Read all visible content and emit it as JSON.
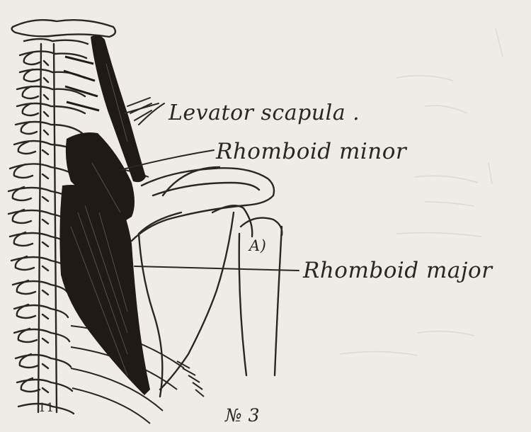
{
  "figure": {
    "labels": {
      "levator_scapula": "Levator scapula .",
      "rhomboid_minor": "Rhomboid minor",
      "rhomboid_major": "Rhomboid major",
      "marker_a": "A)",
      "vertebra_number": "11",
      "figure_number": "№ 3"
    },
    "colors": {
      "paper": "#efece6",
      "ink": "#2a2620",
      "muscle": "#1f1a16"
    }
  }
}
